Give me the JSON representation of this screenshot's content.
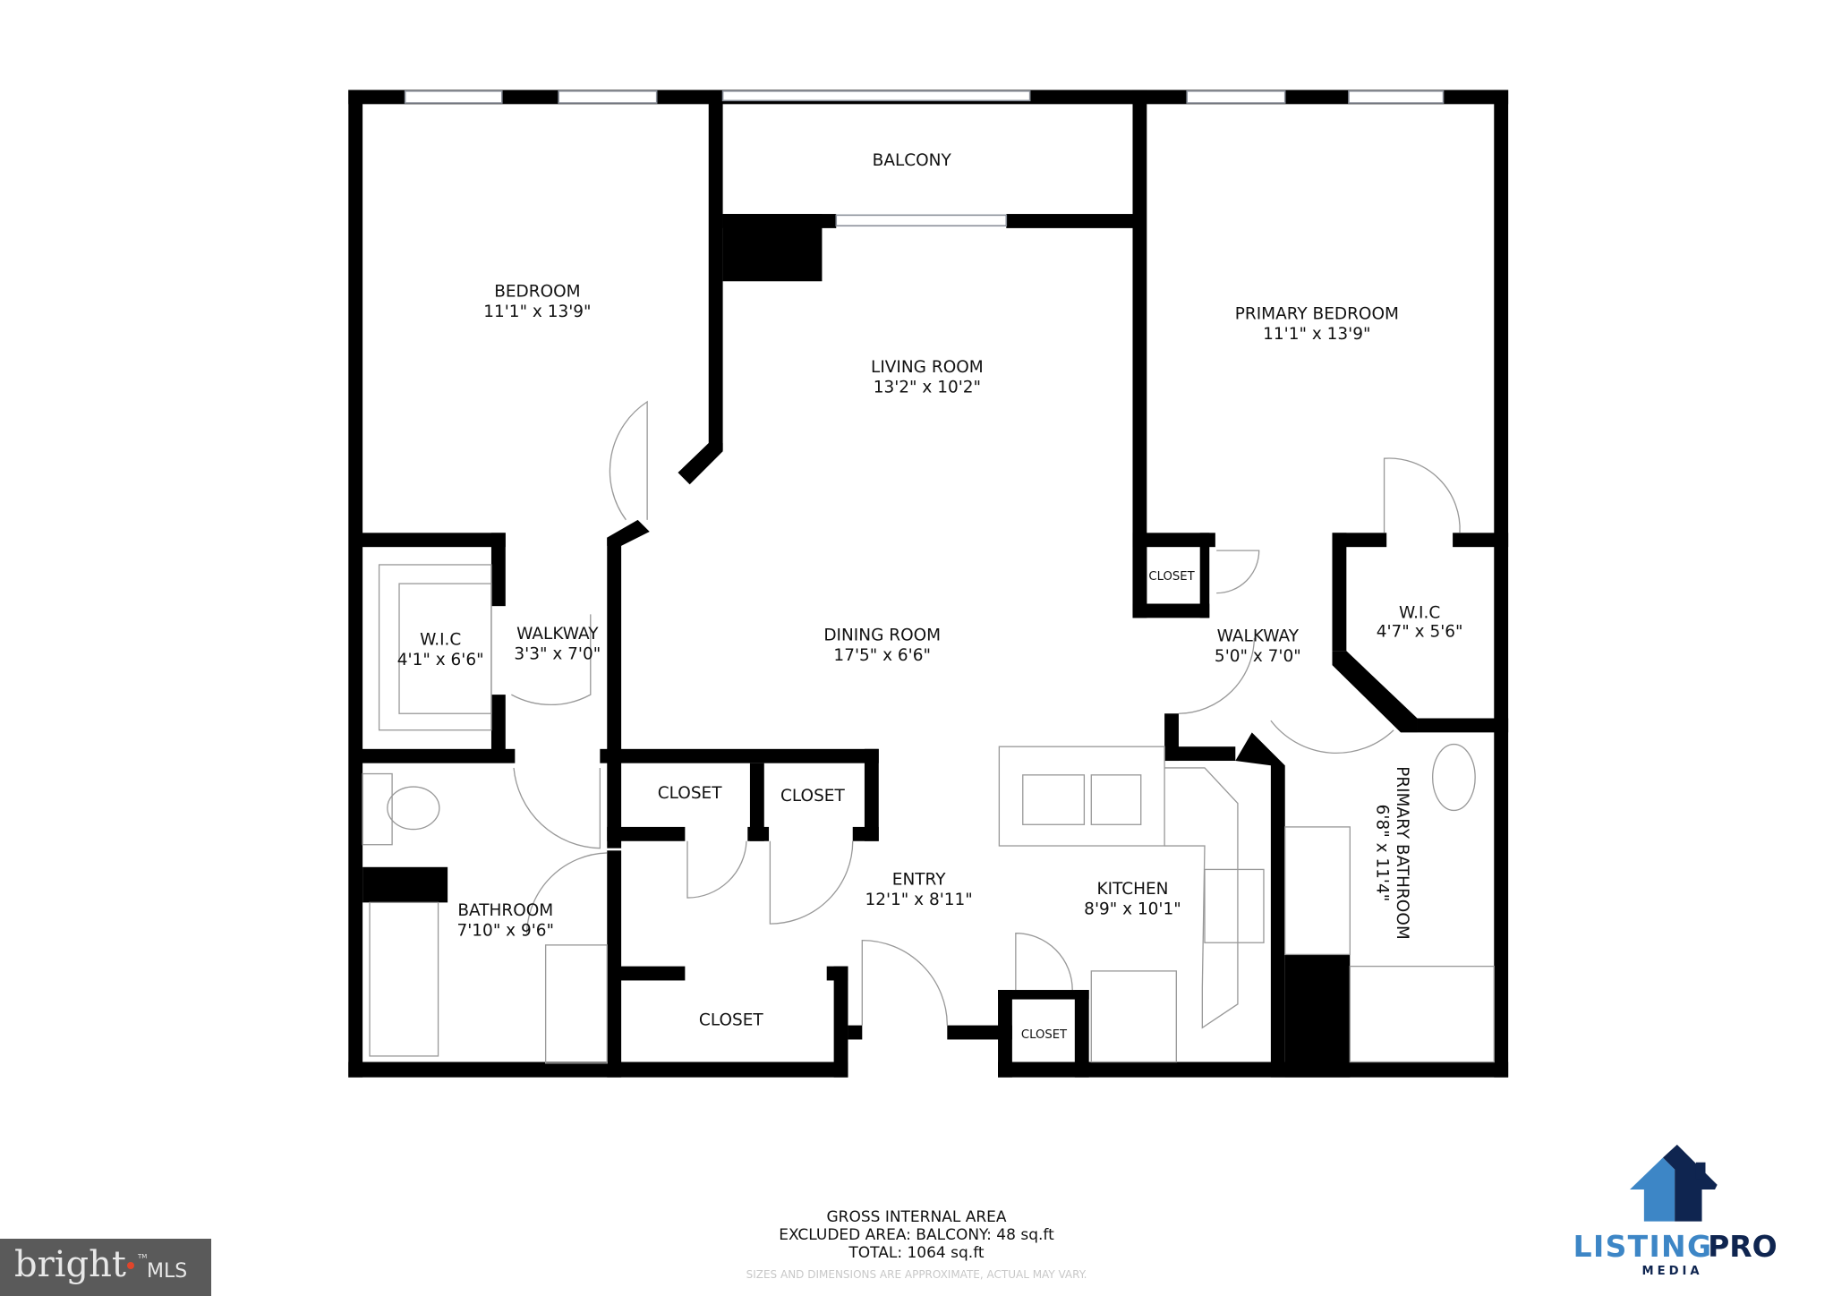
{
  "rooms": {
    "balcony": {
      "name": "BALCONY"
    },
    "bedroom": {
      "name": "BEDROOM",
      "size": "11'1\" x 13'9\""
    },
    "living": {
      "name": "LIVING ROOM",
      "size": "13'2\" x 10'2\""
    },
    "primary_bedroom": {
      "name": "PRIMARY BEDROOM",
      "size": "11'1\" x 13'9\""
    },
    "wic_left": {
      "name": "W.I.C",
      "size": "4'1\" x 6'6\""
    },
    "walkway_left": {
      "name": "WALKWAY",
      "size": "3'3\" x 7'0\""
    },
    "dining": {
      "name": "DINING ROOM",
      "size": "17'5\" x 6'6\""
    },
    "closet_small": {
      "name": "CLOSET"
    },
    "walkway_right": {
      "name": "WALKWAY",
      "size": "5'0\" x 7'0\""
    },
    "wic_right": {
      "name": "W.I.C",
      "size": "4'7\" x 5'6\""
    },
    "closet_1": {
      "name": "CLOSET"
    },
    "closet_2": {
      "name": "CLOSET"
    },
    "entry": {
      "name": "ENTRY",
      "size": "12'1\" x 8'11\""
    },
    "kitchen": {
      "name": "KITCHEN",
      "size": "8'9\" x 10'1\""
    },
    "bathroom": {
      "name": "BATHROOM",
      "size": "7'10\" x 9'6\""
    },
    "primary_bathroom": {
      "name": "PRIMARY BATHROOM",
      "size": "6'8\" x 11'4\""
    },
    "closet_3": {
      "name": "CLOSET"
    },
    "closet_4": {
      "name": "CLOSET"
    }
  },
  "footer": {
    "line1": "GROSS INTERNAL AREA",
    "line2": "EXCLUDED AREA: BALCONY: 48 sq.ft",
    "line3": "TOTAL: 1064 sq.ft",
    "disclaimer": "SIZES AND DIMENSIONS ARE APPROXIMATE, ACTUAL MAY VARY."
  },
  "logos": {
    "listingpro": {
      "part1": "LISTING",
      "part2": "PRO",
      "sub": "MEDIA",
      "light": "#3d86c6",
      "dark": "#0f2550"
    },
    "bright": {
      "text": "bright",
      "tm": "TM",
      "mls": "MLS",
      "dot": "#e0452b"
    }
  }
}
